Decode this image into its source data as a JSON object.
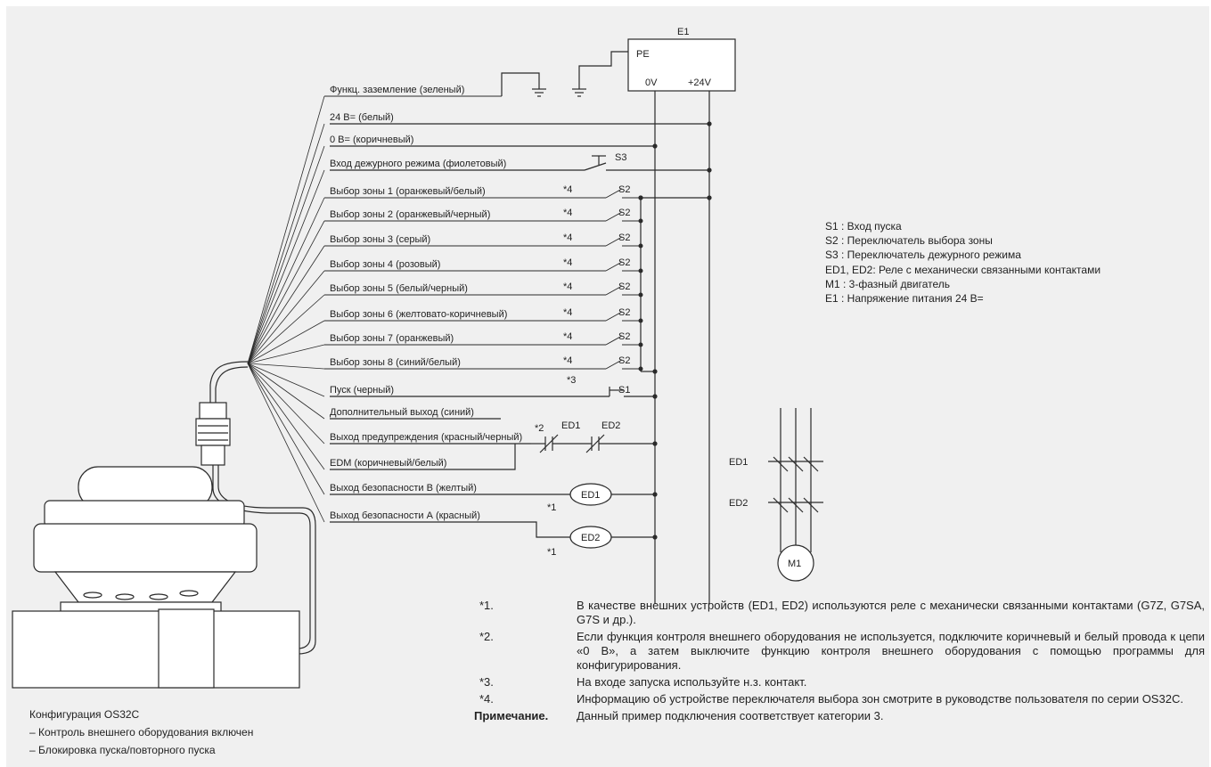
{
  "diagram": {
    "power_supply": {
      "name": "E1",
      "pe": "PE",
      "zero_v": "0V",
      "plus_v": "+24V"
    },
    "wires": [
      "Функц. заземление (зеленый)",
      "24 В= (белый)",
      "0 В= (коричневый)",
      "Вход дежурного режима (фиолетовый)",
      "Выбор зоны 1 (оранжевый/белый)",
      "Выбор зоны 2 (оранжевый/черный)",
      "Выбор зоны 3 (серый)",
      "Выбор зоны 4 (розовый)",
      "Выбор зоны 5 (белый/черный)",
      "Выбор зоны 6 (желтовато-коричневый)",
      "Выбор зоны 7 (оранжевый)",
      "Выбор зоны 8 (синий/белый)",
      "Пуск (черный)",
      "Дополнительный выход (синий)",
      "Выход предупреждения (красный/черный)",
      "EDM (коричневый/белый)",
      "Выход безопасности В (желтый)",
      "Выход безопасности А (красный)"
    ],
    "switch_s3": "S3",
    "switch_s2": "S2",
    "switch_s1": "S1",
    "mark_4": "*4",
    "mark_3": "*3",
    "mark_2": "*2",
    "mark_1": "*1",
    "relay_ed1": "ED1",
    "relay_ed2": "ED2",
    "motor": "M1"
  },
  "legend": [
    "S1 : Вход пуска",
    "S2 : Переключатель выбора зоны",
    "S3 : Переключатель дежурного режима",
    "ED1, ED2: Реле с механически связанными контактами",
    "M1 : 3-фазный двигатель",
    "E1 : Напряжение питания 24 В="
  ],
  "config": {
    "title": "Конфигурация OS32C",
    "items": [
      "– Контроль внешнего оборудования включен",
      "– Блокировка пуска/повторного пуска"
    ]
  },
  "notes": [
    {
      "mark": "*1.",
      "text": "В качестве внешних устройств (ED1, ED2) используются реле с механически связанными контактами (G7Z, G7SA, G7S и др.)."
    },
    {
      "mark": "*2.",
      "text": "Если функция контроля внешнего оборудования не используется, подключите коричневый и белый провода к цепи «0 В», а затем выключите функцию контроля внешнего оборудования с помощью программы для конфигурирования."
    },
    {
      "mark": "*3.",
      "text": "На входе запуска используйте н.з. контакт."
    },
    {
      "mark": "*4.",
      "text": "Информацию об устройстве переключателя выбора зон смотрите в руководстве пользователя по серии OS32C."
    }
  ],
  "remark": {
    "mark": "Примечание.",
    "text": "Данный пример подключения соответствует категории 3."
  },
  "colors": {
    "background": "#f0f0f0",
    "line": "#2a2a2a"
  }
}
